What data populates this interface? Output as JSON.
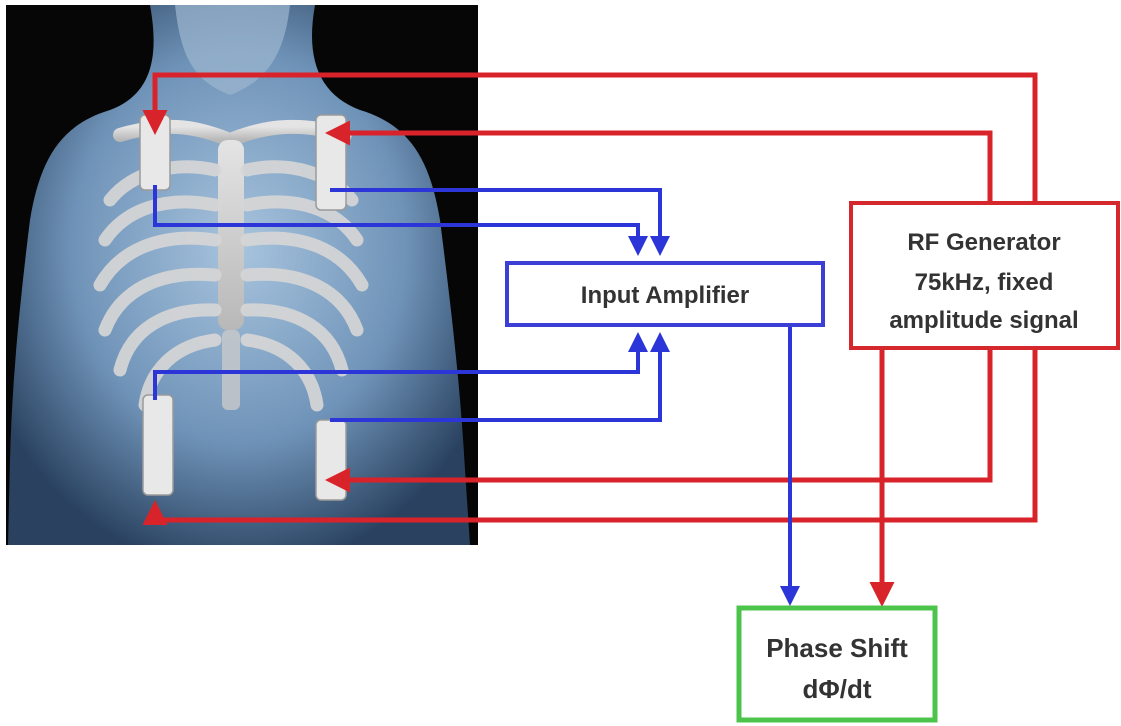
{
  "colors": {
    "red_wire": "#d8232a",
    "blue_wire": "#2b35d8",
    "input_box_border": "#3b3fd6",
    "rf_box_border": "#d4282c",
    "phase_box_border": "#4cc44c",
    "label_text": "#333333",
    "photo_background": "#060606",
    "body_tint": "#8fb0cf"
  },
  "photo": {
    "subject": "torso-skeleton-xray-with-4-electrodes"
  },
  "boxes": {
    "input_amplifier": {
      "label": "Input Amplifier"
    },
    "rf_generator": {
      "lines": [
        "RF Generator",
        "75kHz, fixed",
        "amplitude signal"
      ]
    },
    "phase_shift": {
      "lines": [
        "Phase Shift",
        "dΦ/dt"
      ]
    }
  }
}
